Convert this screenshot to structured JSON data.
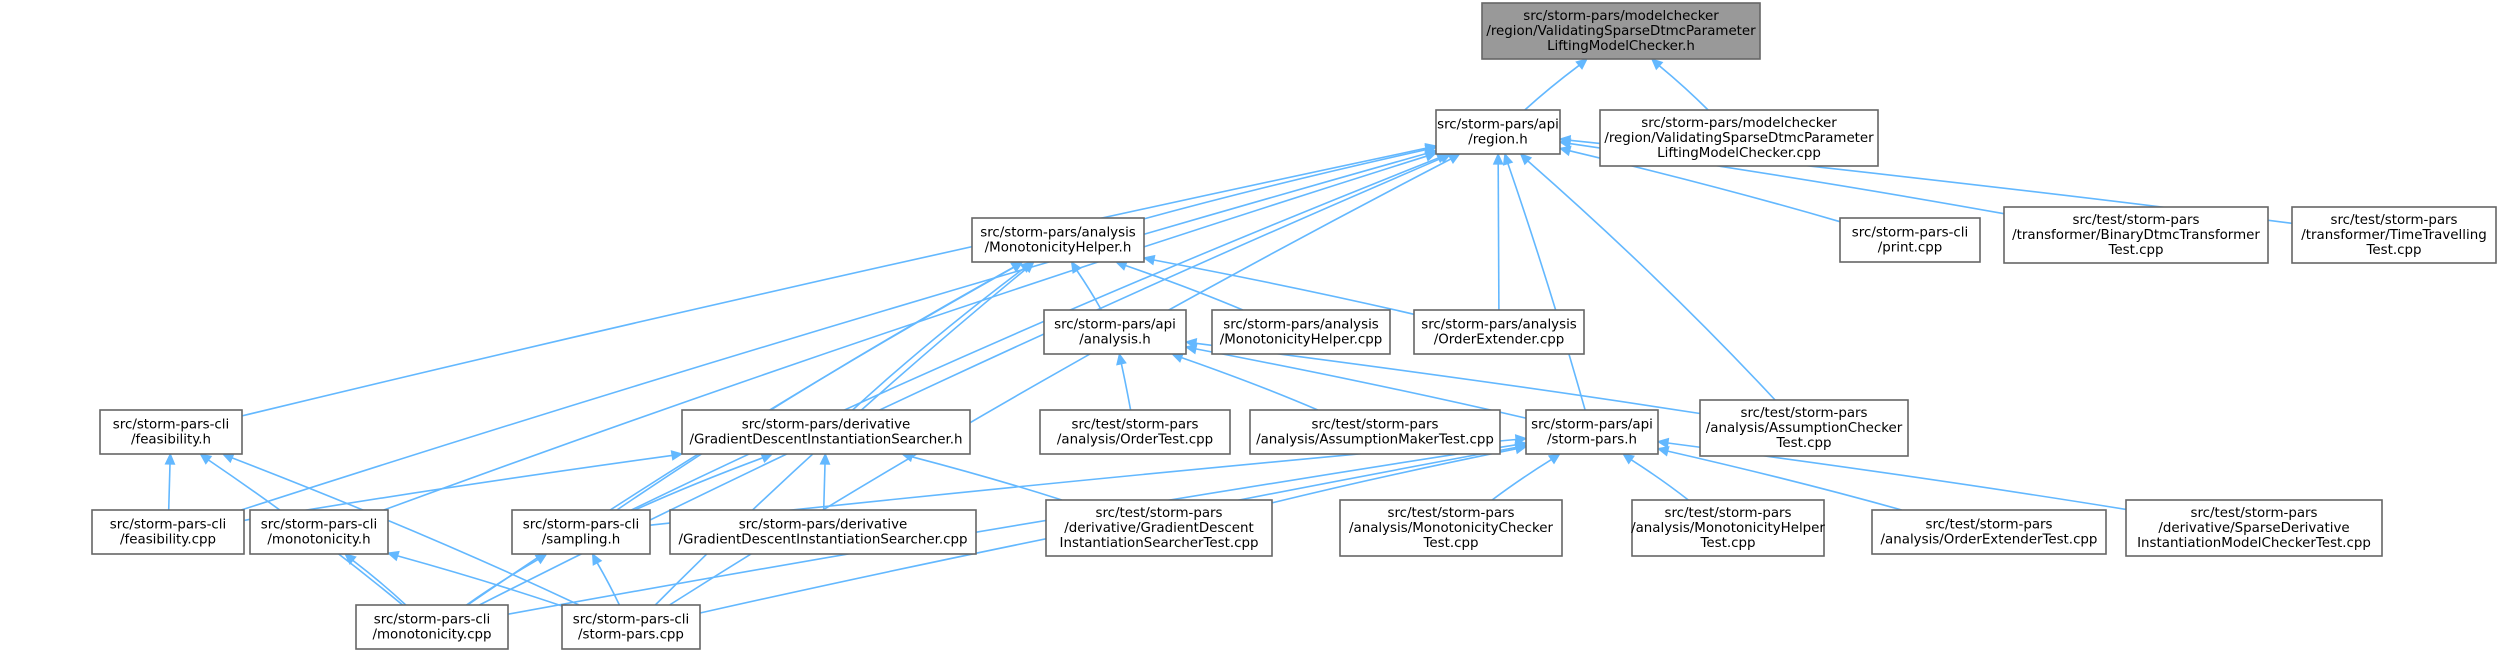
{
  "graph": {
    "edge_color": "#63b8ff",
    "node_border_color": "#666666",
    "root_fill_color": "#999999",
    "nodes": [
      {
        "id": "root",
        "lines": [
          "src/storm-pars/modelchecker",
          "/region/ValidatingSparseDtmcParameter",
          "LiftingModelChecker.h"
        ],
        "highlight": true
      },
      {
        "id": "region_h",
        "lines": [
          "src/storm-pars/api",
          "/region.h"
        ]
      },
      {
        "id": "validating_cpp",
        "lines": [
          "src/storm-pars/modelchecker",
          "/region/ValidatingSparseDtmcParameter",
          "LiftingModelChecker.cpp"
        ]
      },
      {
        "id": "monotonicity_helper_h",
        "lines": [
          "src/storm-pars/analysis",
          "/MonotonicityHelper.h"
        ]
      },
      {
        "id": "print_cpp",
        "lines": [
          "src/storm-pars-cli",
          "/print.cpp"
        ]
      },
      {
        "id": "binary_dtmc_test",
        "lines": [
          "src/test/storm-pars",
          "/transformer/BinaryDtmcTransformer",
          "Test.cpp"
        ]
      },
      {
        "id": "time_travelling_test",
        "lines": [
          "src/test/storm-pars",
          "/transformer/TimeTravelling",
          "Test.cpp"
        ]
      },
      {
        "id": "api_analysis_h",
        "lines": [
          "src/storm-pars/api",
          "/analysis.h"
        ]
      },
      {
        "id": "monotonicity_helper_cpp",
        "lines": [
          "src/storm-pars/analysis",
          "/MonotonicityHelper.cpp"
        ]
      },
      {
        "id": "order_extender_cpp",
        "lines": [
          "src/storm-pars/analysis",
          "/OrderExtender.cpp"
        ]
      },
      {
        "id": "feasibility_h",
        "lines": [
          "src/storm-pars-cli",
          "/feasibility.h"
        ]
      },
      {
        "id": "gradient_searcher_h",
        "lines": [
          "src/storm-pars/derivative",
          "/GradientDescentInstantiationSearcher.h"
        ]
      },
      {
        "id": "order_test",
        "lines": [
          "src/test/storm-pars",
          "/analysis/OrderTest.cpp"
        ]
      },
      {
        "id": "assumption_maker_test",
        "lines": [
          "src/test/storm-pars",
          "/analysis/AssumptionMakerTest.cpp"
        ]
      },
      {
        "id": "storm_pars_h",
        "lines": [
          "src/storm-pars/api",
          "/storm-pars.h"
        ]
      },
      {
        "id": "assumption_checker_test",
        "lines": [
          "src/test/storm-pars",
          "/analysis/AssumptionChecker",
          "Test.cpp"
        ]
      },
      {
        "id": "feasibility_cpp",
        "lines": [
          "src/storm-pars-cli",
          "/feasibility.cpp"
        ]
      },
      {
        "id": "monotonicity_h",
        "lines": [
          "src/storm-pars-cli",
          "/monotonicity.h"
        ]
      },
      {
        "id": "sampling_h",
        "lines": [
          "src/storm-pars-cli",
          "/sampling.h"
        ]
      },
      {
        "id": "gradient_searcher_cpp",
        "lines": [
          "src/storm-pars/derivative",
          "/GradientDescentInstantiationSearcher.cpp"
        ]
      },
      {
        "id": "gradient_searcher_test",
        "lines": [
          "src/test/storm-pars",
          "/derivative/GradientDescent",
          "InstantiationSearcherTest.cpp"
        ]
      },
      {
        "id": "monotonicity_checker_test",
        "lines": [
          "src/test/storm-pars",
          "/analysis/MonotonicityChecker",
          "Test.cpp"
        ]
      },
      {
        "id": "monotonicity_helper_test",
        "lines": [
          "src/test/storm-pars",
          "/analysis/MonotonicityHelper",
          "Test.cpp"
        ]
      },
      {
        "id": "order_extender_test",
        "lines": [
          "src/test/storm-pars",
          "/analysis/OrderExtenderTest.cpp"
        ]
      },
      {
        "id": "sparse_derivative_test",
        "lines": [
          "src/test/storm-pars",
          "/derivative/SparseDerivative",
          "InstantiationModelCheckerTest.cpp"
        ]
      },
      {
        "id": "monotonicity_cpp",
        "lines": [
          "src/storm-pars-cli",
          "/monotonicity.cpp"
        ]
      },
      {
        "id": "storm_pars_cpp",
        "lines": [
          "src/storm-pars-cli",
          "/storm-pars.cpp"
        ]
      }
    ],
    "edges": [
      {
        "from": "root",
        "to": "region_h"
      },
      {
        "from": "root",
        "to": "validating_cpp"
      },
      {
        "from": "region_h",
        "to": "monotonicity_helper_h"
      },
      {
        "from": "region_h",
        "to": "print_cpp"
      },
      {
        "from": "region_h",
        "to": "binary_dtmc_test"
      },
      {
        "from": "region_h",
        "to": "time_travelling_test"
      },
      {
        "from": "region_h",
        "to": "order_extender_cpp"
      },
      {
        "from": "region_h",
        "to": "feasibility_h"
      },
      {
        "from": "region_h",
        "to": "storm_pars_h"
      },
      {
        "from": "region_h",
        "to": "assumption_checker_test"
      },
      {
        "from": "region_h",
        "to": "feasibility_cpp"
      },
      {
        "from": "region_h",
        "to": "monotonicity_h"
      },
      {
        "from": "region_h",
        "to": "sampling_h"
      },
      {
        "from": "region_h",
        "to": "monotonicity_cpp"
      },
      {
        "from": "region_h",
        "to": "storm_pars_cpp"
      },
      {
        "from": "monotonicity_helper_h",
        "to": "api_analysis_h"
      },
      {
        "from": "monotonicity_helper_h",
        "to": "monotonicity_helper_cpp"
      },
      {
        "from": "monotonicity_helper_h",
        "to": "order_extender_cpp"
      },
      {
        "from": "monotonicity_helper_h",
        "to": "gradient_searcher_h"
      },
      {
        "from": "monotonicity_helper_h",
        "to": "sampling_h"
      },
      {
        "from": "monotonicity_helper_h",
        "to": "monotonicity_cpp"
      },
      {
        "from": "monotonicity_helper_h",
        "to": "storm_pars_cpp"
      },
      {
        "from": "api_analysis_h",
        "to": "order_test"
      },
      {
        "from": "api_analysis_h",
        "to": "assumption_maker_test"
      },
      {
        "from": "api_analysis_h",
        "to": "storm_pars_h"
      },
      {
        "from": "api_analysis_h",
        "to": "assumption_checker_test"
      },
      {
        "from": "feasibility_h",
        "to": "feasibility_cpp"
      },
      {
        "from": "feasibility_h",
        "to": "monotonicity_cpp"
      },
      {
        "from": "feasibility_h",
        "to": "storm_pars_cpp"
      },
      {
        "from": "gradient_searcher_h",
        "to": "feasibility_cpp"
      },
      {
        "from": "gradient_searcher_h",
        "to": "sampling_h"
      },
      {
        "from": "gradient_searcher_h",
        "to": "gradient_searcher_cpp"
      },
      {
        "from": "gradient_searcher_h",
        "to": "gradient_searcher_test"
      },
      {
        "from": "storm_pars_h",
        "to": "sampling_h"
      },
      {
        "from": "storm_pars_h",
        "to": "gradient_searcher_test"
      },
      {
        "from": "storm_pars_h",
        "to": "monotonicity_checker_test"
      },
      {
        "from": "storm_pars_h",
        "to": "monotonicity_helper_test"
      },
      {
        "from": "storm_pars_h",
        "to": "order_extender_test"
      },
      {
        "from": "storm_pars_h",
        "to": "sparse_derivative_test"
      },
      {
        "from": "storm_pars_h",
        "to": "monotonicity_cpp"
      },
      {
        "from": "storm_pars_h",
        "to": "storm_pars_cpp"
      },
      {
        "from": "monotonicity_h",
        "to": "monotonicity_cpp"
      },
      {
        "from": "monotonicity_h",
        "to": "storm_pars_cpp"
      },
      {
        "from": "sampling_h",
        "to": "monotonicity_cpp"
      },
      {
        "from": "sampling_h",
        "to": "storm_pars_cpp"
      }
    ]
  }
}
